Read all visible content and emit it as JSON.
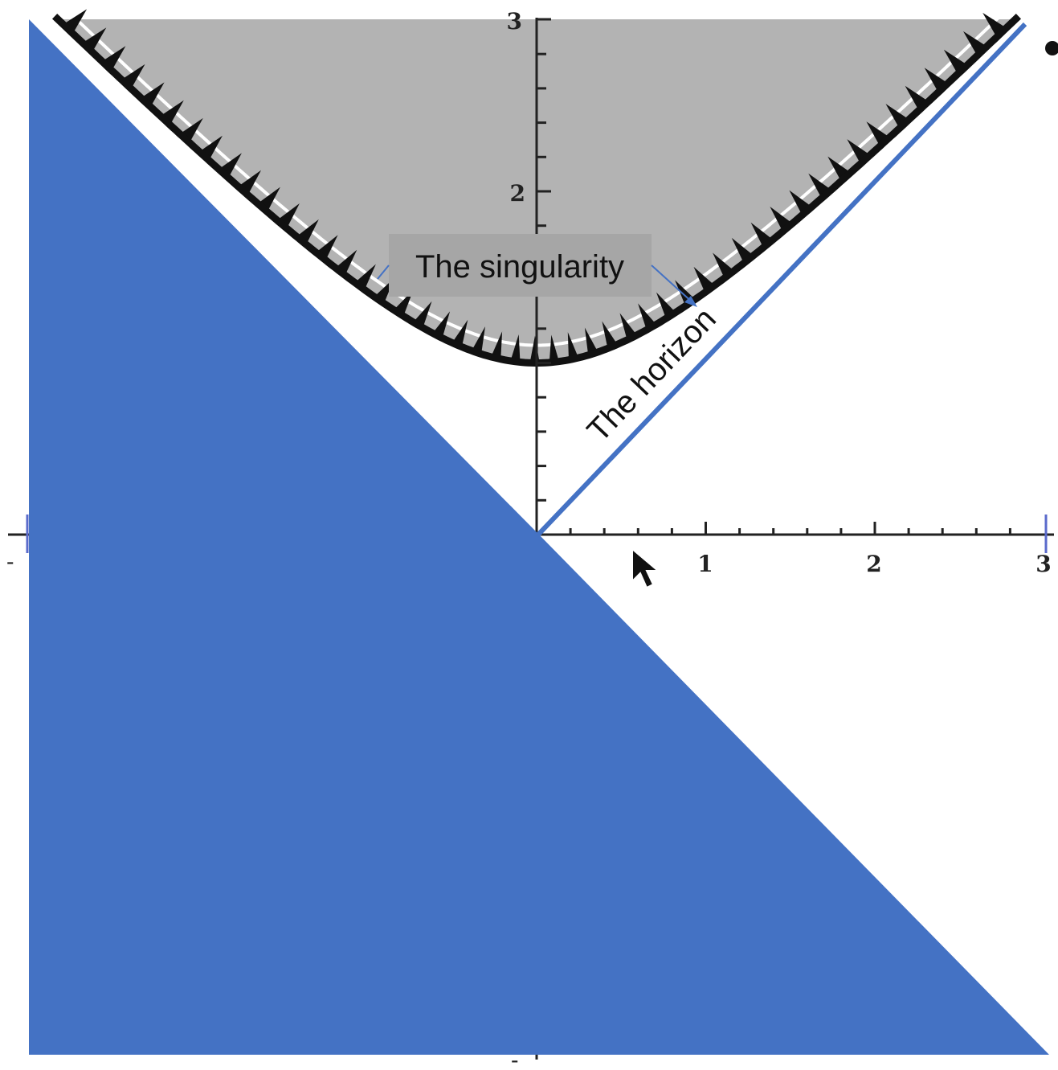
{
  "diagram": {
    "axes": {
      "x_tick_labels": [
        "1",
        "2",
        "3"
      ],
      "y_tick_labels": [
        "2",
        "3"
      ],
      "x_range": [
        -3,
        3
      ],
      "y_range": [
        -3,
        3
      ]
    },
    "labels": {
      "singularity": "The singularity",
      "horizon": "The horizon"
    },
    "colors": {
      "region_blue": "#4472C4",
      "horizon_line": "#4472C4",
      "singularity_region": "#b3b3b3",
      "singularity_curve": "#111111",
      "callout_box": "#a6a6a6",
      "axis": "#222222"
    },
    "icons": {
      "cursor": "mouse-pointer-icon",
      "bullet": "bullet-dot-icon"
    }
  }
}
